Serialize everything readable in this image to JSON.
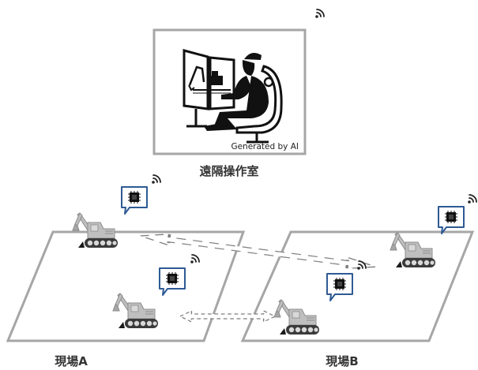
{
  "remote_room": {
    "label": "遠隔操作室",
    "image_caption": "Generated by AI"
  },
  "sites": [
    {
      "label": "現場A"
    },
    {
      "label": "現場B"
    }
  ],
  "icons": {
    "wireless": "wifi-signal-icon",
    "chip": "cpu-chip-icon",
    "machine": "excavator-icon",
    "operator": "remote-operator-icon",
    "link": "bidirectional-dashed-arrow-icon"
  },
  "colors": {
    "outline": "#a6a6a6",
    "machine_body": "#bfbfbf",
    "machine_dark": "#3a3a3a",
    "chip_blue": "#2e5a94",
    "arrow": "#7f7f7f",
    "text": "#333333"
  }
}
